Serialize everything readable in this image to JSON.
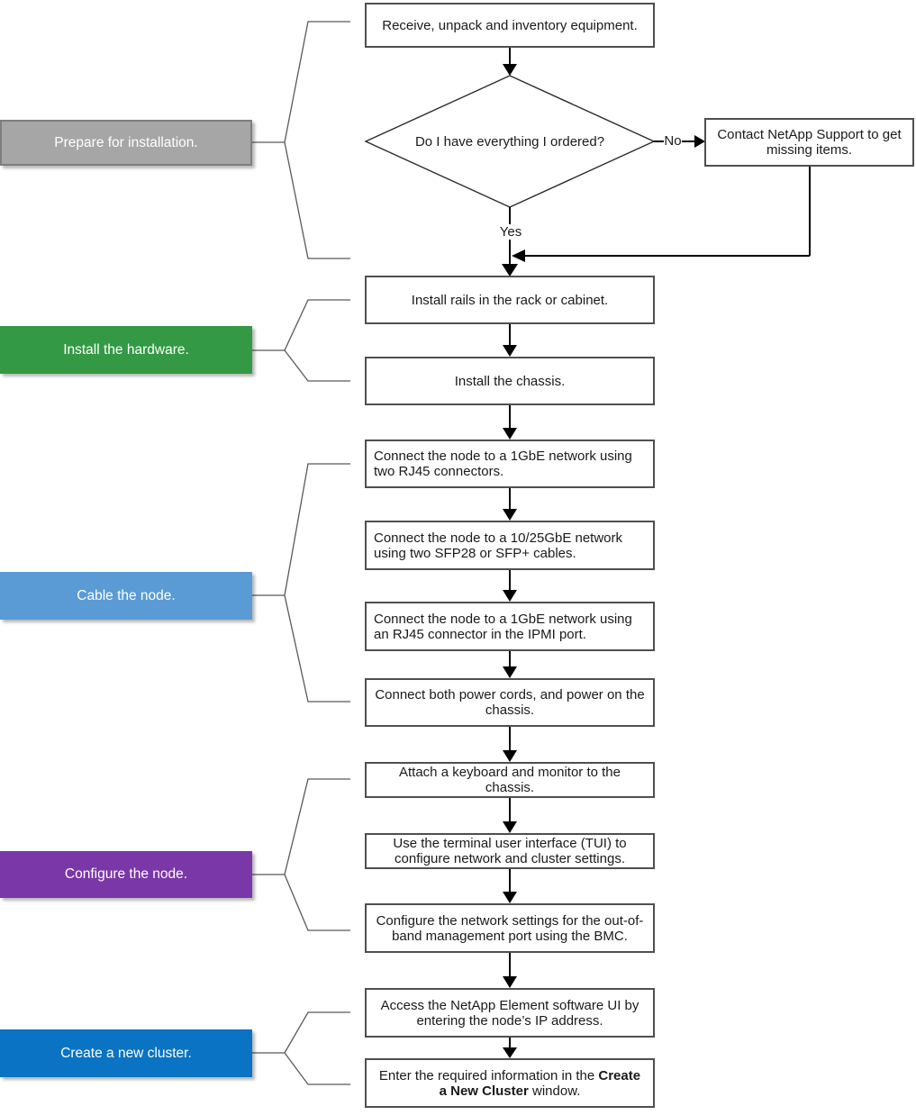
{
  "diagram": {
    "phases": [
      {
        "label": "Prepare for installation.",
        "color": "#a6a6a6"
      },
      {
        "label": "Install the hardware.",
        "color": "#339944"
      },
      {
        "label": "Cable the node.",
        "color": "#5b9bd5"
      },
      {
        "label": "Configure the node.",
        "color": "#7a37a8"
      },
      {
        "label": "Create a new cluster.",
        "color": "#0a73c4"
      }
    ],
    "decision": {
      "text": "Do I have everything I ordered?",
      "yes_label": "Yes",
      "no_label": "No"
    },
    "side_box": {
      "text": "Contact NetApp Support to get missing items."
    },
    "steps": [
      {
        "text": "Receive, unpack and inventory equipment."
      },
      {
        "text": "Install rails in the rack or cabinet."
      },
      {
        "text": "Install the chassis."
      },
      {
        "text": "Connect the node to a 1GbE network using two RJ45 connectors."
      },
      {
        "text": "Connect the node to a 10/25GbE network using two SFP28 or SFP+ cables."
      },
      {
        "text": "Connect the node to a 1GbE network using an RJ45 connector in the IPMI port."
      },
      {
        "text": "Connect both power cords, and power on the chassis."
      },
      {
        "text": "Attach a keyboard and monitor to the chassis."
      },
      {
        "text": "Use the terminal user interface (TUI) to configure network and cluster settings."
      },
      {
        "text": "Configure the network settings for the out-of-band management port using the BMC."
      },
      {
        "text": "Access the NetApp Element software UI by entering the node’s IP address."
      }
    ],
    "final_step": {
      "prefix": "Enter the required information in the ",
      "bold": "Create a New Cluster",
      "suffix": " window."
    }
  }
}
